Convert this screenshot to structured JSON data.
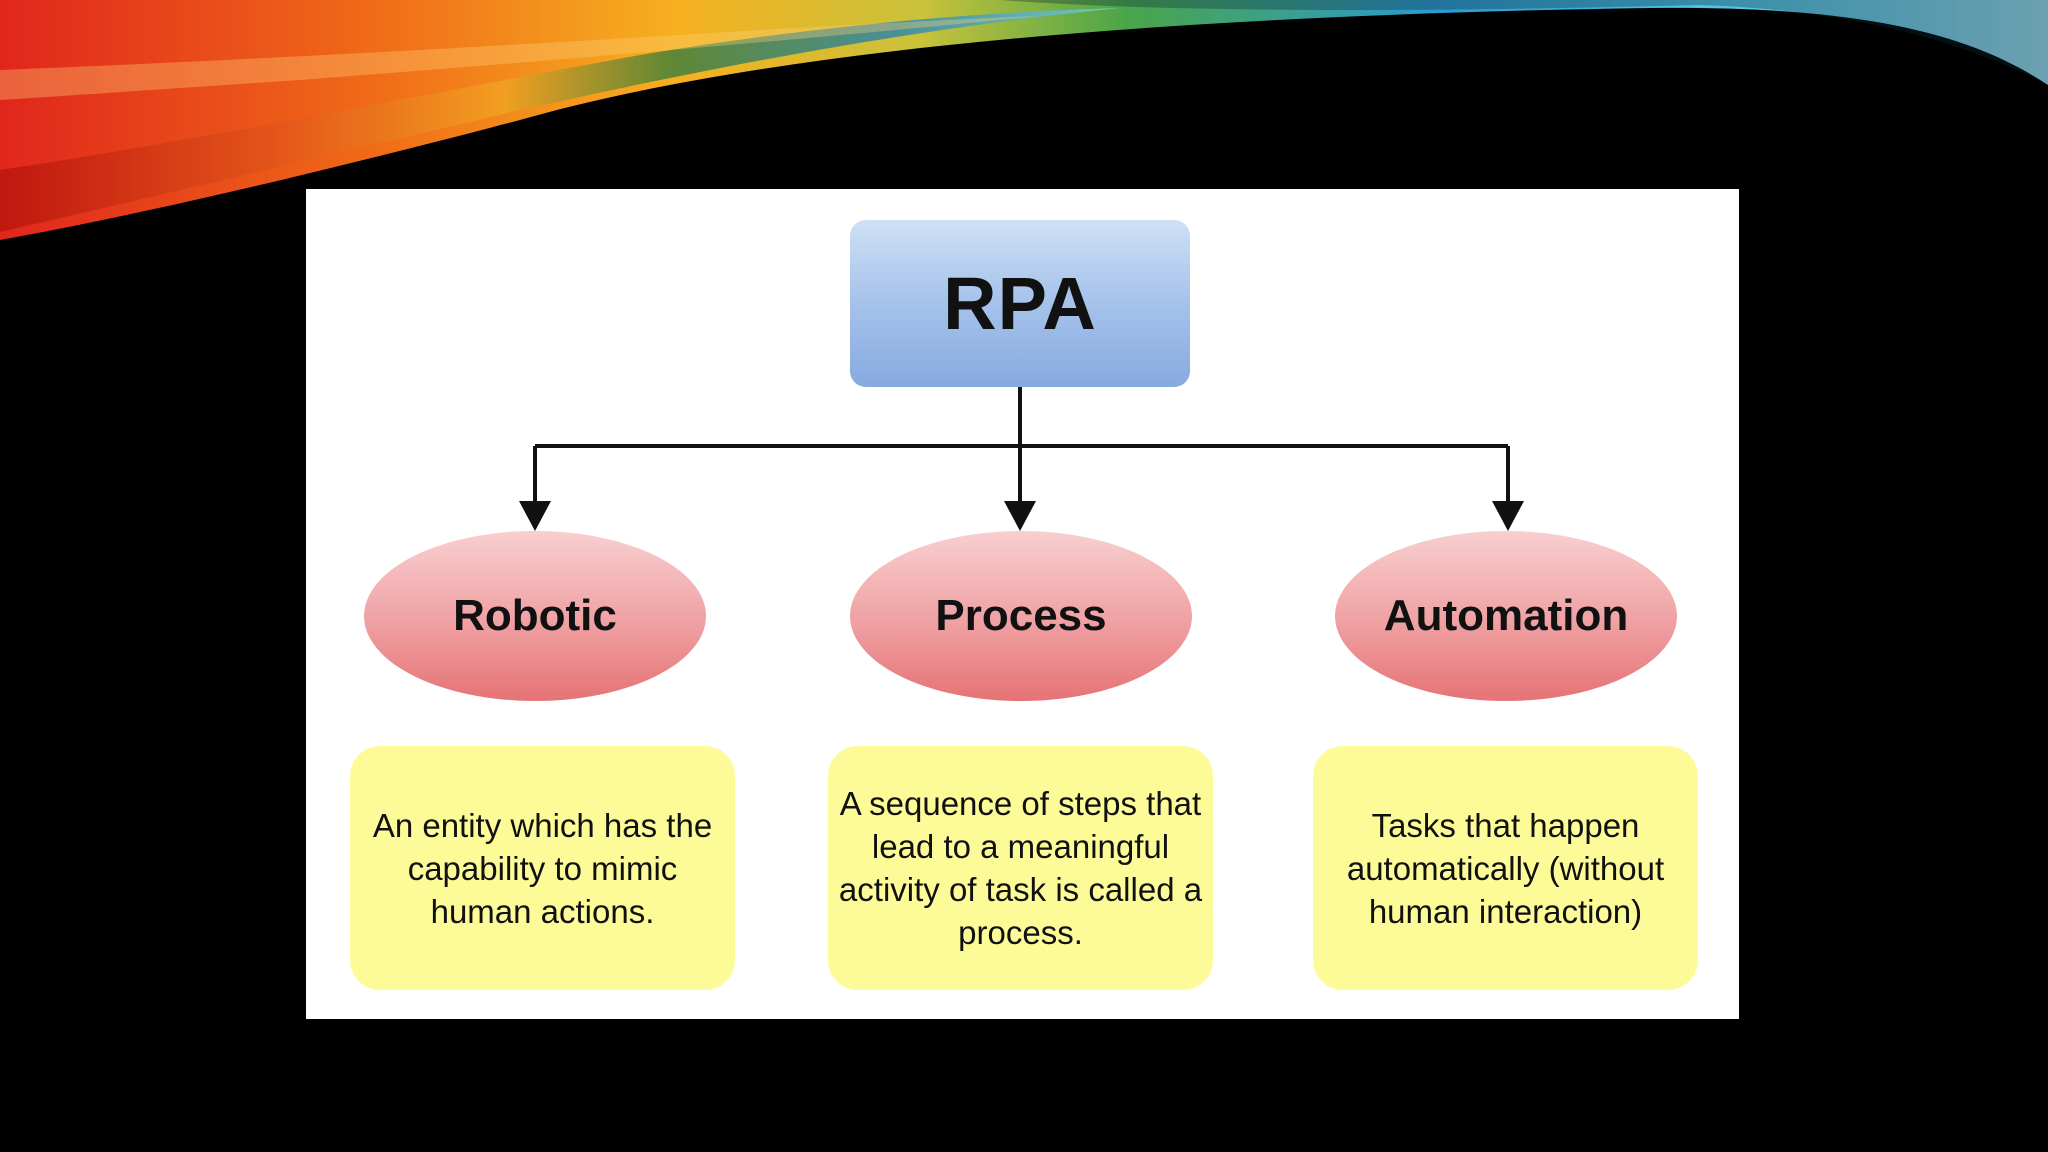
{
  "diagram": {
    "root": {
      "label": "RPA"
    },
    "nodes": [
      {
        "label": "Robotic",
        "description": "An entity which has the capability to mimic human actions."
      },
      {
        "label": "Process",
        "description": "A sequence of steps that lead to a meaningful activity of task is called a process."
      },
      {
        "label": "Automation",
        "description": "Tasks that happen automatically (without human interaction)"
      }
    ],
    "colors": {
      "background": "#000000",
      "panel": "#ffffff",
      "root_fill": "#a9c5ec",
      "node_fill": "#f0a4a6",
      "note_fill": "#fdfb98",
      "connector": "#111111"
    }
  }
}
